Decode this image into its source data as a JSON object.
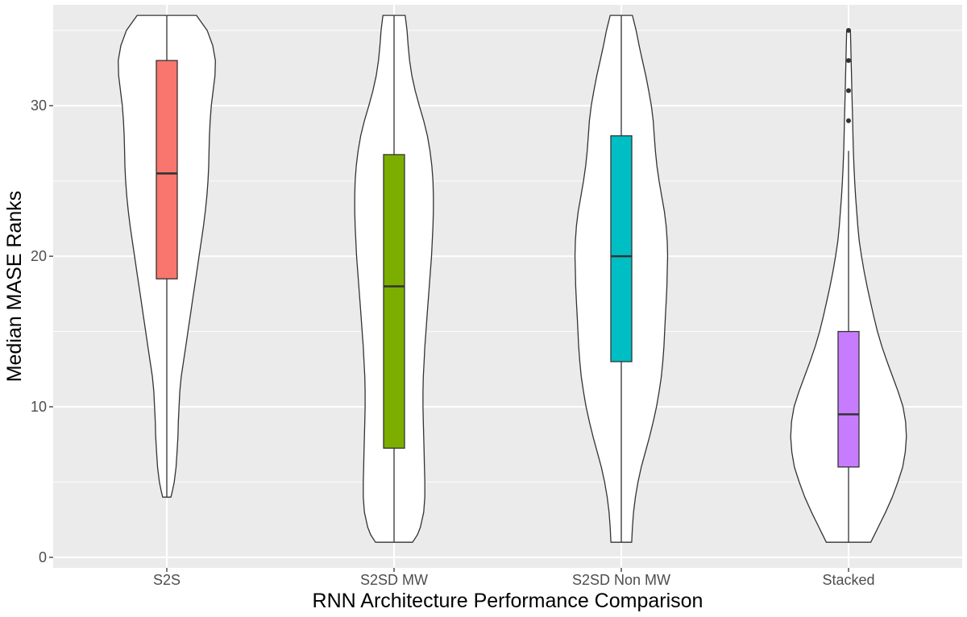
{
  "chart_data": {
    "type": "violin",
    "title": "",
    "xlabel": "RNN Architecture Performance Comparison",
    "ylabel": "Median MASE Ranks",
    "ylim": [
      -0.7,
      36.7
    ],
    "yticks": [
      0,
      10,
      20,
      30
    ],
    "grid": true,
    "legend": "none",
    "panel_color": "#ebebeb",
    "series": [
      {
        "category": "S2S",
        "color": "#f8766d",
        "box": {
          "q1": 18.5,
          "median": 25.5,
          "q3": 33,
          "whisker_low": 4,
          "whisker_high": 36
        },
        "outliers": [],
        "density": [
          [
            4,
            0.22
          ],
          [
            4.4,
            0.3
          ],
          [
            5,
            0.4
          ],
          [
            6,
            0.5
          ],
          [
            7,
            0.55
          ],
          [
            8,
            0.6
          ],
          [
            9,
            0.62
          ],
          [
            10,
            0.66
          ],
          [
            11,
            0.7
          ],
          [
            12,
            0.78
          ],
          [
            13,
            0.9
          ],
          [
            14,
            1.02
          ],
          [
            15,
            1.14
          ],
          [
            16,
            1.26
          ],
          [
            17,
            1.38
          ],
          [
            18,
            1.5
          ],
          [
            19,
            1.62
          ],
          [
            20,
            1.74
          ],
          [
            21,
            1.86
          ],
          [
            22,
            1.98
          ],
          [
            23,
            2.08
          ],
          [
            24,
            2.16
          ],
          [
            25,
            2.22
          ],
          [
            26,
            2.26
          ],
          [
            27,
            2.28
          ],
          [
            28,
            2.3
          ],
          [
            29,
            2.34
          ],
          [
            30,
            2.4
          ],
          [
            31,
            2.5
          ],
          [
            32,
            2.6
          ],
          [
            33,
            2.62
          ],
          [
            34,
            2.48
          ],
          [
            35,
            2.18
          ],
          [
            36,
            1.6
          ]
        ]
      },
      {
        "category": "S2SD MW",
        "color": "#7cae00",
        "box": {
          "q1": 7.25,
          "median": 18,
          "q3": 26.75,
          "whisker_low": 1,
          "whisker_high": 36
        },
        "outliers": [],
        "density": [
          [
            1,
            1.0
          ],
          [
            1.5,
            1.26
          ],
          [
            2,
            1.42
          ],
          [
            3,
            1.6
          ],
          [
            4,
            1.66
          ],
          [
            5,
            1.66
          ],
          [
            6,
            1.64
          ],
          [
            7,
            1.62
          ],
          [
            8,
            1.6
          ],
          [
            9,
            1.58
          ],
          [
            10,
            1.56
          ],
          [
            11,
            1.56
          ],
          [
            12,
            1.58
          ],
          [
            13,
            1.62
          ],
          [
            14,
            1.66
          ],
          [
            15,
            1.72
          ],
          [
            16,
            1.78
          ],
          [
            17,
            1.84
          ],
          [
            18,
            1.9
          ],
          [
            19,
            1.96
          ],
          [
            20,
            2.02
          ],
          [
            21,
            2.06
          ],
          [
            22,
            2.1
          ],
          [
            23,
            2.12
          ],
          [
            24,
            2.12
          ],
          [
            25,
            2.1
          ],
          [
            26,
            2.04
          ],
          [
            27,
            1.94
          ],
          [
            28,
            1.8
          ],
          [
            29,
            1.6
          ],
          [
            30,
            1.36
          ],
          [
            31,
            1.14
          ],
          [
            32,
            0.96
          ],
          [
            33,
            0.84
          ],
          [
            34,
            0.76
          ],
          [
            35,
            0.7
          ],
          [
            36,
            0.6
          ]
        ]
      },
      {
        "category": "S2SD Non MW",
        "color": "#00bfc4",
        "box": {
          "q1": 13,
          "median": 20,
          "q3": 28,
          "whisker_low": 1,
          "whisker_high": 36
        },
        "outliers": [],
        "density": [
          [
            1,
            0.56
          ],
          [
            2,
            0.6
          ],
          [
            3,
            0.66
          ],
          [
            4,
            0.76
          ],
          [
            5,
            0.9
          ],
          [
            6,
            1.08
          ],
          [
            7,
            1.3
          ],
          [
            8,
            1.52
          ],
          [
            9,
            1.72
          ],
          [
            10,
            1.9
          ],
          [
            11,
            2.04
          ],
          [
            12,
            2.16
          ],
          [
            13,
            2.24
          ],
          [
            14,
            2.3
          ],
          [
            15,
            2.34
          ],
          [
            16,
            2.38
          ],
          [
            17,
            2.42
          ],
          [
            18,
            2.46
          ],
          [
            19,
            2.48
          ],
          [
            20,
            2.5
          ],
          [
            21,
            2.48
          ],
          [
            22,
            2.42
          ],
          [
            23,
            2.32
          ],
          [
            24,
            2.18
          ],
          [
            25,
            2.04
          ],
          [
            26,
            1.92
          ],
          [
            27,
            1.84
          ],
          [
            28,
            1.78
          ],
          [
            29,
            1.72
          ],
          [
            30,
            1.62
          ],
          [
            31,
            1.48
          ],
          [
            32,
            1.32
          ],
          [
            33,
            1.14
          ],
          [
            34,
            0.96
          ],
          [
            35,
            0.8
          ],
          [
            36,
            0.6
          ]
        ]
      },
      {
        "category": "Stacked",
        "color": "#c77cff",
        "box": {
          "q1": 6,
          "median": 9.5,
          "q3": 15,
          "whisker_low": 1,
          "whisker_high": 27
        },
        "outliers": [
          29,
          31,
          33,
          35
        ],
        "density": [
          [
            1,
            1.2
          ],
          [
            2,
            1.6
          ],
          [
            3,
            2.0
          ],
          [
            4,
            2.36
          ],
          [
            5,
            2.66
          ],
          [
            6,
            2.92
          ],
          [
            7,
            3.06
          ],
          [
            8,
            3.12
          ],
          [
            9,
            3.08
          ],
          [
            10,
            2.94
          ],
          [
            11,
            2.68
          ],
          [
            12,
            2.38
          ],
          [
            13,
            2.08
          ],
          [
            14,
            1.8
          ],
          [
            15,
            1.56
          ],
          [
            16,
            1.36
          ],
          [
            17,
            1.18
          ],
          [
            18,
            1.0
          ],
          [
            19,
            0.84
          ],
          [
            20,
            0.7
          ],
          [
            21,
            0.58
          ],
          [
            22,
            0.5
          ],
          [
            23,
            0.44
          ],
          [
            24,
            0.38
          ],
          [
            25,
            0.33
          ],
          [
            26,
            0.29
          ],
          [
            27,
            0.26
          ],
          [
            28,
            0.24
          ],
          [
            29,
            0.22
          ],
          [
            30,
            0.2
          ],
          [
            31,
            0.18
          ],
          [
            32,
            0.16
          ],
          [
            33,
            0.14
          ],
          [
            34,
            0.12
          ],
          [
            35,
            0.1
          ]
        ]
      }
    ]
  }
}
